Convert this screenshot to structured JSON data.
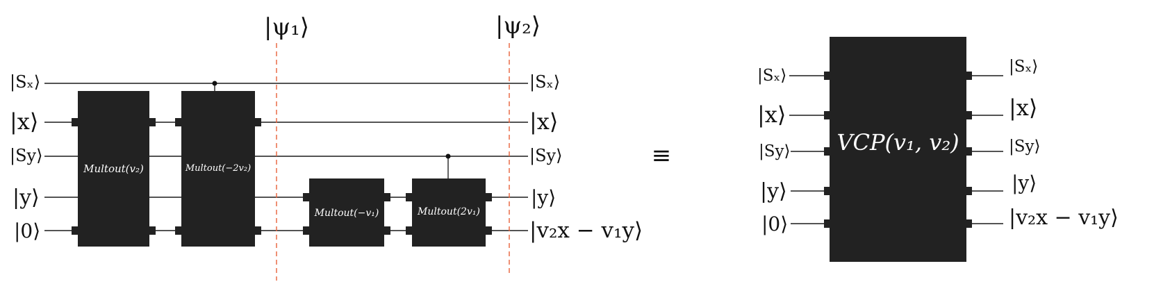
{
  "colors": {
    "wire": "#1a1a1a",
    "gate": "#222222",
    "gate_text": "#ffffff",
    "barrier": "#e8603a"
  },
  "left_circuit": {
    "input_labels": [
      "|Sₓ⟩",
      "|x⟩",
      "|Sy⟩",
      "|y⟩",
      "|0⟩"
    ],
    "output_labels": [
      "|Sₓ⟩",
      "|x⟩",
      "|Sy⟩",
      "|y⟩",
      "|v₂x − v₁y⟩"
    ],
    "barriers": [
      {
        "label": "|ψ₁⟩"
      },
      {
        "label": "|ψ₂⟩"
      }
    ],
    "gates": [
      {
        "label": "Multout(v₂)",
        "control": null
      },
      {
        "label": "Multout(−2v₂)",
        "control": "|Sₓ⟩"
      },
      {
        "label": "Multout(−v₁)",
        "control": null
      },
      {
        "label": "Multout(2v₁)",
        "control": "|Sy⟩"
      }
    ]
  },
  "equivalence_symbol": "≡",
  "right_block": {
    "gate_label": "VCP(v₁, v₂)",
    "input_labels": [
      "|Sₓ⟩",
      "|x⟩",
      "|Sy⟩",
      "|y⟩",
      "|0⟩"
    ],
    "output_labels": [
      "|Sₓ⟩",
      "|x⟩",
      "|Sy⟩",
      "|y⟩",
      "|v₂x − v₁y⟩"
    ]
  }
}
